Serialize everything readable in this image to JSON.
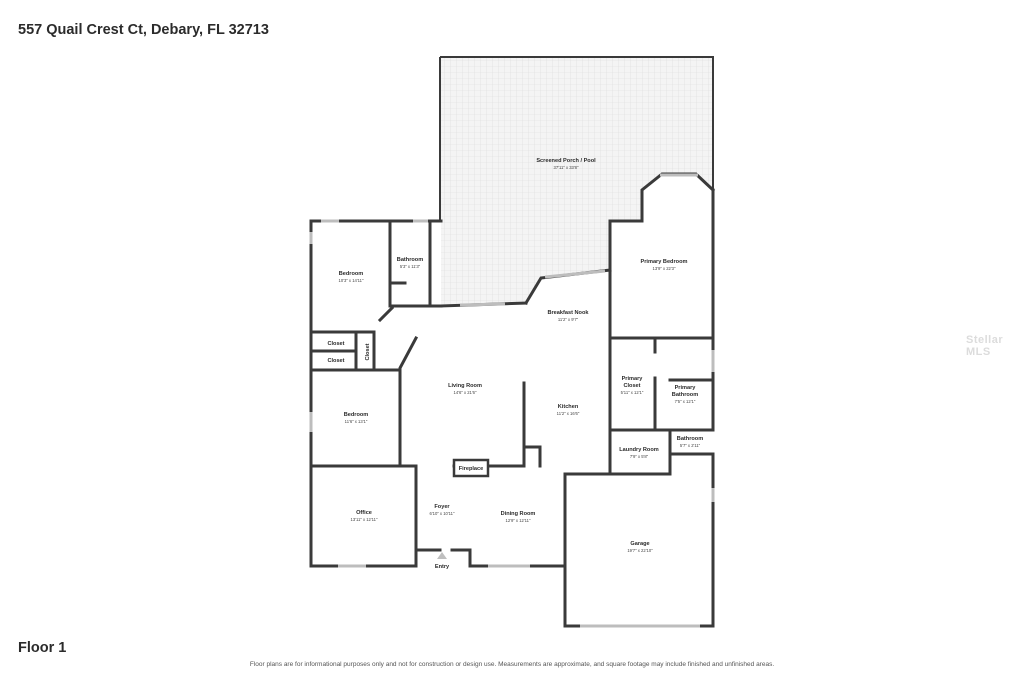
{
  "header": {
    "address": "557 Quail Crest Ct, Debary, FL 32713"
  },
  "footer": {
    "floor": "Floor 1",
    "disclaimer": "Floor plans are for informational purposes only and not for construction or design use. Measurements are approximate, and square footage may include finished and unfinished areas."
  },
  "watermark": "Stellar MLS",
  "rooms": {
    "porch": {
      "name": "Screened Porch / Pool",
      "dim": "37'11\" x 33'8\""
    },
    "bedroom1": {
      "name": "Bedroom",
      "dim": "10'3\" x 14'11\""
    },
    "bathroom1": {
      "name": "Bathroom",
      "dim": "5'3\" x 11'3\""
    },
    "primary_bedroom": {
      "name": "Primary Bedroom",
      "dim": "13'9\" x 22'3\""
    },
    "breakfast_nook": {
      "name": "Breakfast Nook",
      "dim": "11'2\" x 9'7\""
    },
    "closet1": {
      "name": "Closet"
    },
    "closet2": {
      "name": "Closet"
    },
    "closet3": {
      "name": "Closet"
    },
    "living_room": {
      "name": "Living Room",
      "dim": "14'6\" x 21'6\""
    },
    "kitchen": {
      "name": "Kitchen",
      "dim": "11'2\" x 16'6\""
    },
    "primary_closet": {
      "name": "Primary Closet",
      "name_line1": "Primary",
      "name_line2": "Closet",
      "dim": "5'11\" x 12'1\""
    },
    "primary_bathroom": {
      "name": "Primary Bathroom",
      "name_line1": "Primary",
      "name_line2": "Bathroom",
      "dim": "7'5\" x 12'1\""
    },
    "bedroom2": {
      "name": "Bedroom",
      "dim": "11'6\" x 13'1\""
    },
    "laundry_room": {
      "name": "Laundry Room",
      "dim": "7'9\" x 5'8\""
    },
    "bathroom2": {
      "name": "Bathroom",
      "dim": "5'7\" x 2'11\""
    },
    "fireplace": {
      "name": "Fireplace"
    },
    "office": {
      "name": "Office",
      "dim": "13'11\" x 12'11\""
    },
    "foyer": {
      "name": "Foyer",
      "dim": "6'10\" x 10'11\""
    },
    "dining_room": {
      "name": "Dining Room",
      "dim": "12'9\" x 12'11\""
    },
    "garage": {
      "name": "Garage",
      "dim": "19'7\" x 22'10\""
    },
    "entry": {
      "name": "Entry"
    }
  }
}
